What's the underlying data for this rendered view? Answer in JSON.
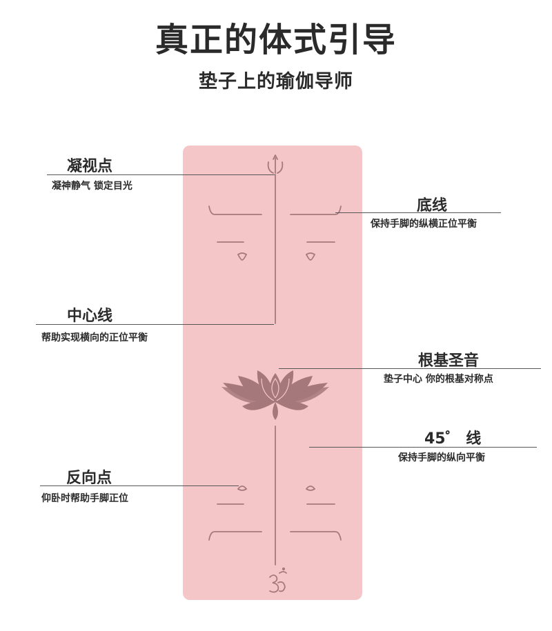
{
  "header": {
    "title": "真正的体式引导",
    "subtitle": "垫子上的瑜伽导师"
  },
  "colors": {
    "mat": "#f4c6c8",
    "mat_lines": "#a5787b",
    "text": "#2b2b2b"
  },
  "callouts": {
    "gaze_point": {
      "label": "凝视点",
      "desc": "凝神静气 锁定目光"
    },
    "base_line": {
      "label": "底线",
      "desc": "保持手脚的纵横正位平衡"
    },
    "center_line": {
      "label": "中心线",
      "desc": "帮助实现横向的正位平衡"
    },
    "root_symbol": {
      "label": "根基圣音",
      "desc": "垫子中心 你的根基对称点"
    },
    "line_45": {
      "label": "45゜ 线",
      "desc": "保持手脚的纵向平衡"
    },
    "reverse_point": {
      "label": "反向点",
      "desc": "仰卧时帮助手脚正位"
    }
  },
  "icons": {
    "top_symbol": "trident-icon",
    "center_symbol": "lotus-icon",
    "bottom_symbol": "om-icon"
  }
}
